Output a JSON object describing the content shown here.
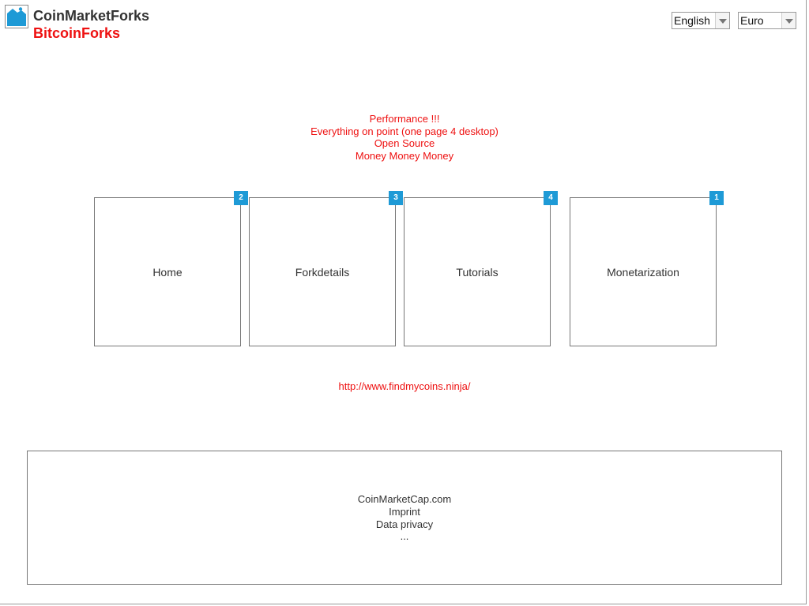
{
  "header": {
    "brand_title": "CoinMarketForks",
    "brand_subtitle": "BitcoinForks",
    "logo_icon": "image-placeholder-icon",
    "language_select": {
      "value": "English"
    },
    "currency_select": {
      "value": "Euro"
    }
  },
  "notes": {
    "lines": [
      "Performance !!!",
      "Everything on point (one page 4 desktop)",
      "Open Source",
      "Money Money Money"
    ]
  },
  "cards": [
    {
      "label": "Home",
      "badge": "2"
    },
    {
      "label": "Forkdetails",
      "badge": "3"
    },
    {
      "label": "Tutorials",
      "badge": "4"
    },
    {
      "label": "Monetarization",
      "badge": "1"
    }
  ],
  "link": {
    "text": "http://www.findmycoins.ninja/"
  },
  "footer": {
    "links": [
      "CoinMarketCap.com",
      "Imprint",
      "Data privacy",
      "..."
    ]
  },
  "colors": {
    "accent_red": "#ee1111",
    "badge_blue": "#1e9ad6",
    "text": "#333333",
    "border": "#777777"
  }
}
